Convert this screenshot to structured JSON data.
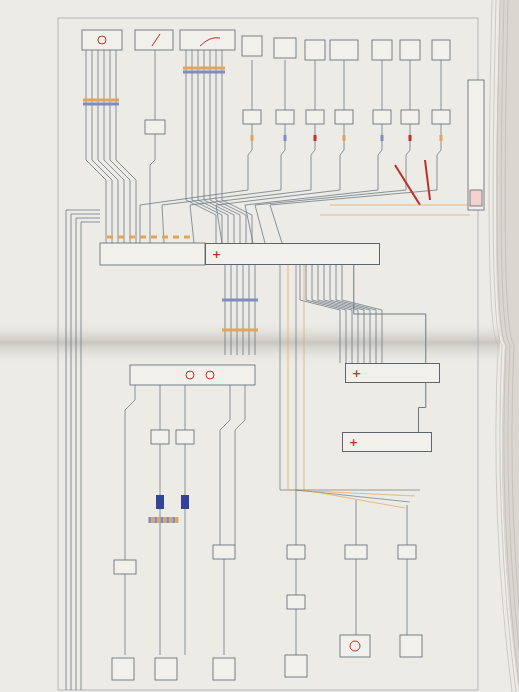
{
  "diagram": {
    "nodes": [
      {
        "text": [
          "+"
        ]
      },
      {
        "text": [
          "+"
        ]
      },
      {
        "text": [
          "+"
        ]
      }
    ],
    "edges": [
      {
        "from": 0,
        "to": 1,
        "arrow": "none"
      },
      {
        "from": 1,
        "to": 2,
        "arrow": "none"
      }
    ]
  }
}
